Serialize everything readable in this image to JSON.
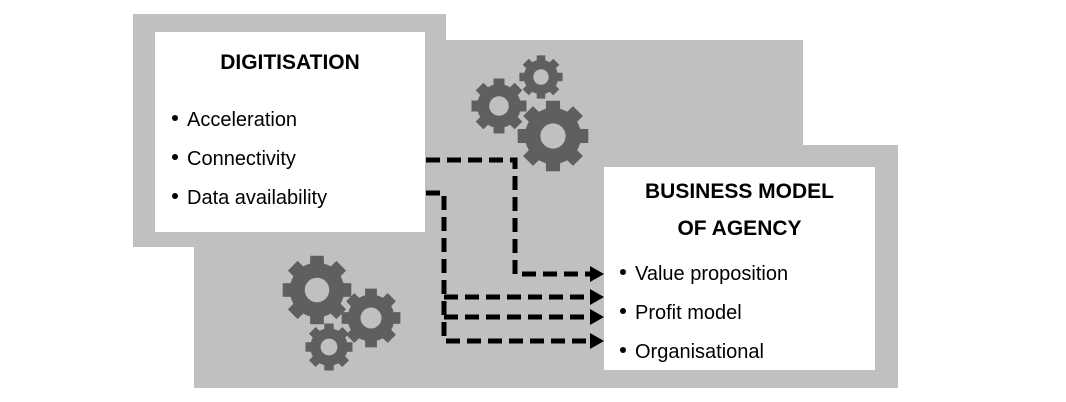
{
  "digitisation": {
    "title": "DIGITISATION",
    "items": [
      "Acceleration",
      "Connectivity",
      "Data availability"
    ]
  },
  "business_model": {
    "title_line1": "BUSINESS MODEL",
    "title_line2": "OF AGENCY",
    "items": [
      "Value proposition",
      "Profit model",
      "Organisational"
    ]
  },
  "colors": {
    "background": "#c0c0c0",
    "gear": "#5f5f5f",
    "arrow": "#000000"
  }
}
